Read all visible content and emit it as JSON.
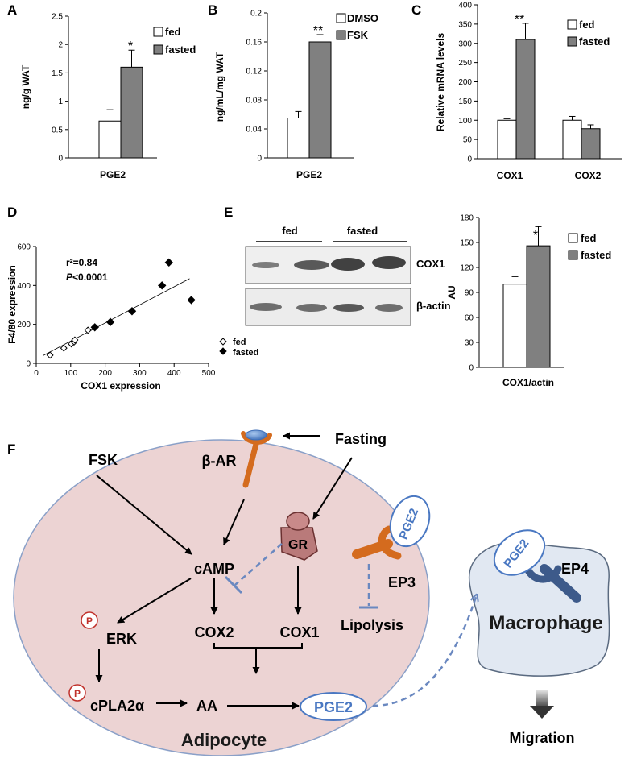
{
  "colors": {
    "fed": "#ffffff",
    "fasted": "#808080",
    "dmso": "#ffffff",
    "fsk": "#808080",
    "cell": "#ecd3d3",
    "macrophage": "#e1e8f2",
    "receptor": "#d46b1e",
    "ep4": "#3d5a8a",
    "pge2": "#4a78c2",
    "phospho": "#c0302a"
  },
  "panels": {
    "A": {
      "letter": "A",
      "ylabel": "ng/g WAT",
      "xlabel": "PGE2",
      "legend": [
        "fed",
        "fasted"
      ],
      "sig": "*"
    },
    "B": {
      "letter": "B",
      "ylabel": "ng/mL/mg WAT",
      "xlabel": "PGE2",
      "legend": [
        "DMSO",
        "FSK"
      ],
      "sig": "**"
    },
    "C": {
      "letter": "C",
      "ylabel": "Relative mRNA levels",
      "legend": [
        "fed",
        "fasted"
      ],
      "sig": "**"
    },
    "D": {
      "letter": "D",
      "ylabel": "F4/80 expression",
      "xlabel": "COX1 expression",
      "r2": "r²=0.84",
      "p_italic": "P",
      "p_rest": "<0.0001",
      "legend": [
        "fed",
        "fasted"
      ]
    },
    "E": {
      "letter": "E",
      "groups": [
        "fed",
        "fasted"
      ],
      "blot_labels": [
        "COX1",
        "β-actin"
      ],
      "ylabel": "AU",
      "xlabel": "COX1/actin",
      "legend": [
        "fed",
        "fasted"
      ],
      "sig": "*"
    },
    "F": {
      "letter": "F"
    }
  },
  "chart_data": [
    {
      "panel": "A",
      "type": "bar",
      "categories": [
        "PGE2"
      ],
      "series": [
        {
          "name": "fed",
          "values": [
            0.65
          ],
          "error": [
            0.2
          ]
        },
        {
          "name": "fasted",
          "values": [
            1.6
          ],
          "error": [
            0.3
          ]
        }
      ],
      "ylabel": "ng/g WAT",
      "ylim": [
        0,
        2.5
      ],
      "yticks": [
        "0",
        "0.5",
        "1",
        "1.5",
        "2",
        "2.5"
      ]
    },
    {
      "panel": "B",
      "type": "bar",
      "categories": [
        "PGE2"
      ],
      "series": [
        {
          "name": "DMSO",
          "values": [
            0.055
          ],
          "error": [
            0.009
          ]
        },
        {
          "name": "FSK",
          "values": [
            0.16
          ],
          "error": [
            0.01
          ]
        }
      ],
      "ylabel": "ng/mL/mg WAT",
      "ylim": [
        0,
        0.2
      ],
      "yticks": [
        "0",
        "0.04",
        "0.08",
        "0.12",
        "0.16",
        "0.2"
      ]
    },
    {
      "panel": "C",
      "type": "bar",
      "categories": [
        "COX1",
        "COX2"
      ],
      "series": [
        {
          "name": "fed",
          "values": [
            100,
            100
          ],
          "error": [
            4,
            10
          ]
        },
        {
          "name": "fasted",
          "values": [
            310,
            78
          ],
          "error": [
            42,
            10
          ]
        }
      ],
      "ylabel": "Relative mRNA levels",
      "ylim": [
        0,
        400
      ],
      "yticks": [
        "0",
        "50",
        "100",
        "150",
        "200",
        "250",
        "300",
        "350",
        "400"
      ]
    },
    {
      "panel": "D",
      "type": "scatter",
      "series": [
        {
          "name": "fed",
          "marker": "open-diamond",
          "points": [
            [
              40,
              42
            ],
            [
              80,
              78
            ],
            [
              102,
              100
            ],
            [
              110,
              110
            ],
            [
              112,
              120
            ],
            [
              150,
              170
            ]
          ]
        },
        {
          "name": "fasted",
          "marker": "filled-diamond",
          "points": [
            [
              170,
              185
            ],
            [
              215,
              212
            ],
            [
              278,
              268
            ],
            [
              365,
              400
            ],
            [
              385,
              518
            ],
            [
              450,
              325
            ]
          ]
        }
      ],
      "xlim": [
        0,
        500
      ],
      "ylim": [
        0,
        600
      ],
      "xticks": [
        "0",
        "100",
        "200",
        "300",
        "400",
        "500"
      ],
      "yticks": [
        "0",
        "200",
        "400",
        "600"
      ],
      "fit": {
        "x0": 20,
        "y0": 40,
        "x1": 445,
        "y1": 435
      }
    },
    {
      "panel": "E",
      "type": "bar",
      "categories": [
        "COX1/actin"
      ],
      "series": [
        {
          "name": "fed",
          "values": [
            100
          ],
          "error": [
            9
          ]
        },
        {
          "name": "fasted",
          "values": [
            146
          ],
          "error": [
            23
          ]
        }
      ],
      "ylabel": "AU",
      "ylim": [
        0,
        180
      ],
      "yticks": [
        "0",
        "30",
        "60",
        "90",
        "120",
        "150",
        "180"
      ]
    }
  ],
  "diagram": {
    "fsk": "FSK",
    "beta_ar": "β-AR",
    "fasting": "Fasting",
    "camp": "cAMP",
    "gr": "GR",
    "erk": "ERK",
    "p": "P",
    "cox2": "COX2",
    "cox1": "COX1",
    "cpla2a": "cPLA2α",
    "aa": "AA",
    "pge2": "PGE2",
    "pge2_ep3": "PGE2",
    "pge2_ep4": "PGE2",
    "ep3": "EP3",
    "ep4": "EP4",
    "lipolysis": "Lipolysis",
    "macrophage": "Macrophage",
    "migration": "Migration",
    "adipocyte": "Adipocyte"
  }
}
